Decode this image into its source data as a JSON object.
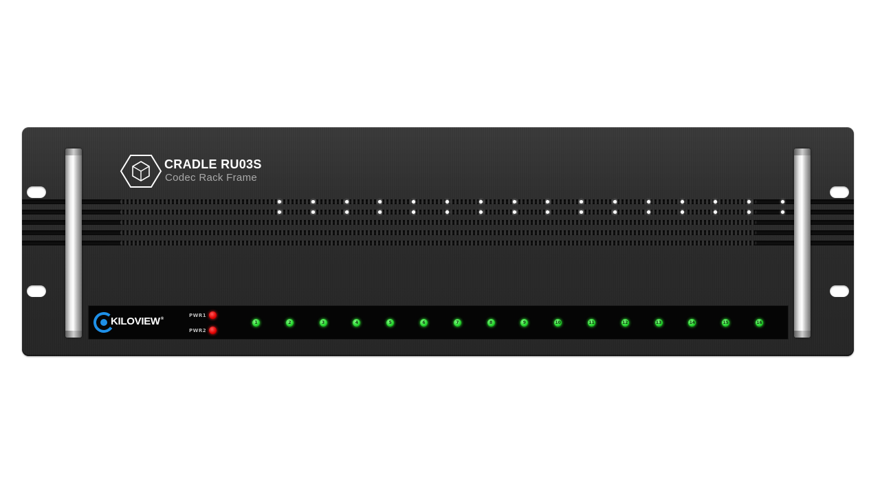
{
  "product": {
    "model": "CRADLE RU03S",
    "subtitle": "Codec Rack Frame"
  },
  "brand": {
    "name": "KILOVIEW",
    "mark": "®"
  },
  "power": [
    {
      "label": "PWR1",
      "state": "on",
      "color": "#ff0000"
    },
    {
      "label": "PWR2",
      "state": "on",
      "color": "#ff0000"
    }
  ],
  "channels": [
    "1",
    "2",
    "3",
    "4",
    "5",
    "6",
    "7",
    "8",
    "9",
    "10",
    "11",
    "12",
    "13",
    "14",
    "15",
    "16"
  ],
  "colors": {
    "chassis": "#2b2b2b",
    "panel": "#050505",
    "channel_led": "#22cc22",
    "power_led": "#ff0000",
    "background": "#ffffff"
  },
  "icons": [
    "hexagon-cube-logo-icon",
    "kiloview-brand-icon",
    "rack-handle-icon"
  ]
}
